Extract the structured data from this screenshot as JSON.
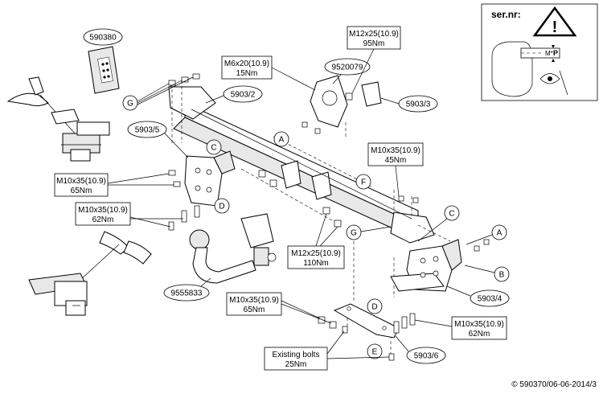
{
  "serial_box": {
    "title": "ser.nr:",
    "plate_text": "M*",
    "plate_letter": "P"
  },
  "part_labels": [
    {
      "id": "kit",
      "text": "590380"
    },
    {
      "id": "crossbar",
      "text": "5903/2"
    },
    {
      "id": "bracket-left",
      "text": "5903/5"
    },
    {
      "id": "bracket-right-rear",
      "text": "5903/3"
    },
    {
      "id": "bracket-right",
      "text": "5903/4"
    },
    {
      "id": "plate-lower",
      "text": "5903/6"
    },
    {
      "id": "ball",
      "text": "9555833"
    },
    {
      "id": "socket-plate",
      "text": "9520079"
    }
  ],
  "letter_labels": [
    "G",
    "C",
    "D",
    "A",
    "F",
    "G",
    "C",
    "A",
    "B",
    "D",
    "E"
  ],
  "torque_labels": [
    {
      "id": "m6",
      "bolt": "M6x20(10.9)",
      "torque": "15Nm"
    },
    {
      "id": "m12-top",
      "bolt": "M12x25(10.9)",
      "torque": "95Nm"
    },
    {
      "id": "m10-right",
      "bolt": "M10x35(10.9)",
      "torque": "45Nm"
    },
    {
      "id": "m10-left",
      "bolt": "M10x35(10.9)",
      "torque": "65Nm"
    },
    {
      "id": "m10-left-low",
      "bolt": "M10x35(10.9)",
      "torque": "62Nm"
    },
    {
      "id": "m12-center",
      "bolt": "M12x25(10.9)",
      "torque": "110Nm"
    },
    {
      "id": "m10-bottom",
      "bolt": "M10x35(10.9)",
      "torque": "65Nm"
    },
    {
      "id": "m10-bottom-right",
      "bolt": "M10x35(10.9)",
      "torque": "62Nm"
    },
    {
      "id": "existing",
      "bolt": "Existing bolts",
      "torque": "25Nm"
    }
  ],
  "footer": "© 590370/06-06-2014/3"
}
